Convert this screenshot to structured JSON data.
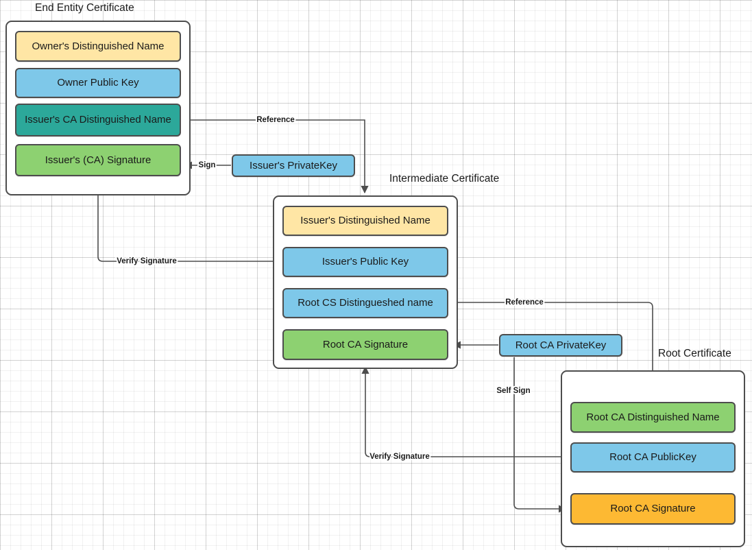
{
  "diagram": {
    "title_end_entity": "End Entity Certificate",
    "title_intermediate": "Intermediate Certificate",
    "title_root": "Root Certificate"
  },
  "colors": {
    "yellow": "#FFE6A5",
    "blue": "#7EC8E9",
    "teal": "#2CA89A",
    "green": "#8DD171",
    "orange": "#FFB githubC33",
    "orange_fix": "#FDB933",
    "border": "#4D4D4D",
    "line": "#4D4D4D",
    "text": "#1A1A1A"
  },
  "end_entity_certificate": {
    "label": "End Entity Certificate",
    "fields": [
      {
        "label": "Owner's Distinguished Name",
        "color": "#FFE6A5"
      },
      {
        "label": "Owner Public  Key",
        "color": "#7EC8E9"
      },
      {
        "label": "Issuer's CA Distinguished Name",
        "color": "#2CA89A"
      },
      {
        "label": "Issuer's (CA) Signature",
        "color": "#8DD171"
      }
    ]
  },
  "intermediate_certificate": {
    "label": "Intermediate Certificate",
    "fields": [
      {
        "label": "Issuer's Distinguished Name",
        "color": "#FFE6A5"
      },
      {
        "label": "Issuer's Public  Key",
        "color": "#7EC8E9"
      },
      {
        "label": "Root CS Distingueshed name",
        "color": "#7EC8E9"
      },
      {
        "label": "Root CA Signature",
        "color": "#8DD171"
      }
    ]
  },
  "root_certificate": {
    "label": "Root Certificate",
    "fields": [
      {
        "label": "Root CA Distinguished Name",
        "color": "#8DD171"
      },
      {
        "label": "Root CA PublicKey",
        "color": "#7EC8E9"
      },
      {
        "label": "Root CA Signature",
        "color": "#FDB933"
      }
    ]
  },
  "keys": [
    {
      "label": "Issuer's PrivateKey",
      "color": "#7EC8E9"
    },
    {
      "label": "Root CA PrivateKey",
      "color": "#7EC8E9"
    }
  ],
  "edge_labels": {
    "reference_top": "Reference",
    "sign": "Sign",
    "verify_signature_top": "Verify Signature",
    "reference_bottom": "Reference",
    "self_sign": "Self Sign",
    "verify_signature_bottom": "Verify Signature"
  }
}
